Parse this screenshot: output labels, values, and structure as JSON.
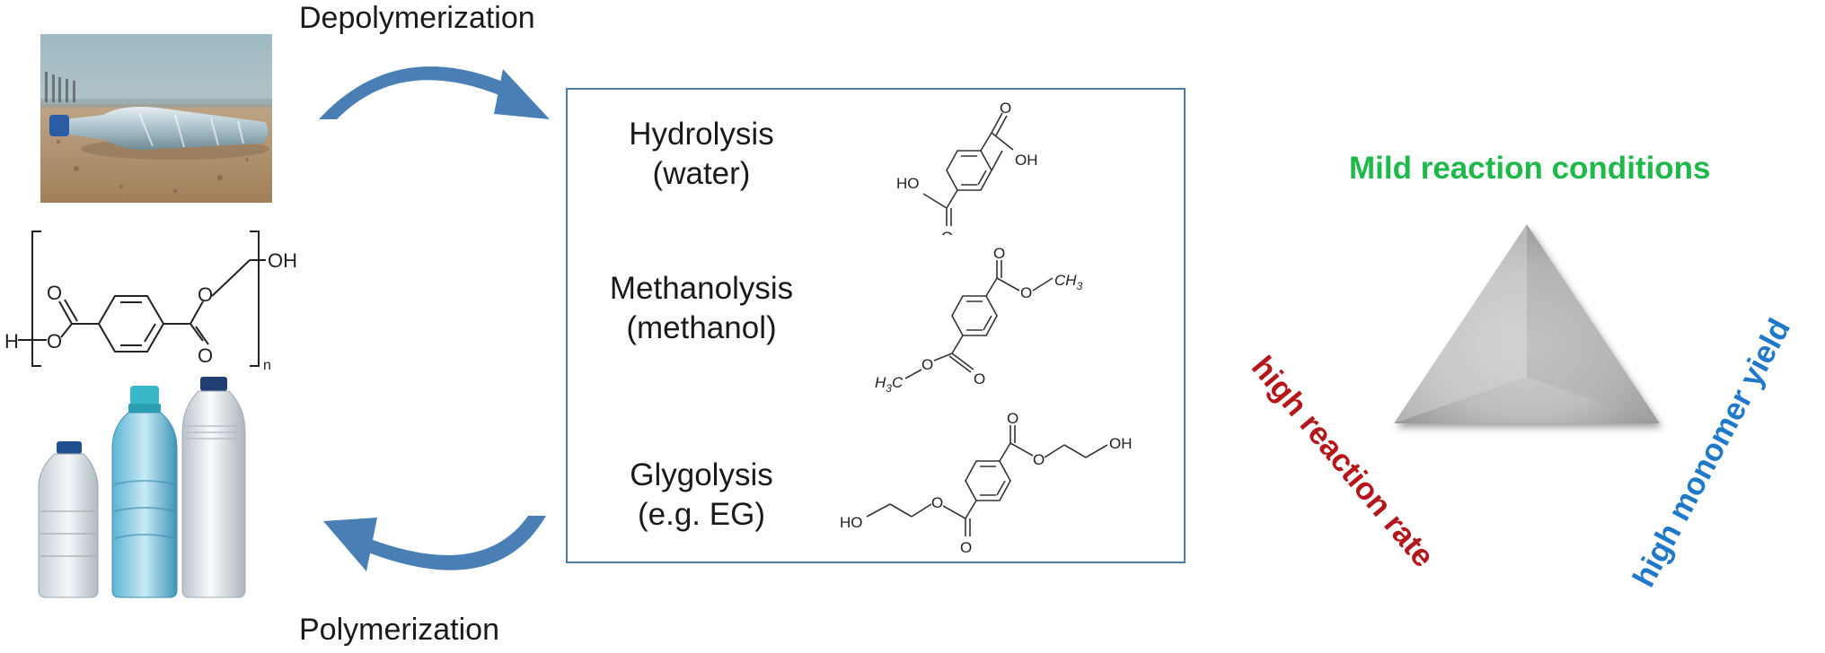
{
  "arrows": {
    "top_label": "Depolymerization",
    "bottom_label": "Polymerization"
  },
  "pet_structure": {
    "end_group_left": "H",
    "end_group_right": "OH",
    "repeat_subscript": "n",
    "atoms": {
      "o": "O"
    }
  },
  "methods": [
    {
      "name": "Hydrolysis",
      "reagent": "(water)",
      "product_labels": {
        "left": "HO",
        "right": "OH",
        "o": "O"
      }
    },
    {
      "name": "Methanolysis",
      "reagent": "(methanol)",
      "product_labels": {
        "left_prefix": "H",
        "left_sub": "3",
        "left_suffix": "C",
        "right_prefix": "CH",
        "right_sub": "3",
        "o": "O"
      }
    },
    {
      "name": "Glygolysis",
      "reagent": "(e.g. EG)",
      "product_labels": {
        "left": "HO",
        "right": "OH",
        "o": "O"
      }
    }
  ],
  "criteria": {
    "top": "Mild reaction conditions",
    "left": "high reaction rate",
    "right": "high monomer yield",
    "colors": {
      "top": "#1fb84a",
      "left": "#b3171c",
      "right": "#1f78c8"
    }
  },
  "colors": {
    "arrow": "#4a7fb5",
    "box_border": "#4a7aa8"
  }
}
